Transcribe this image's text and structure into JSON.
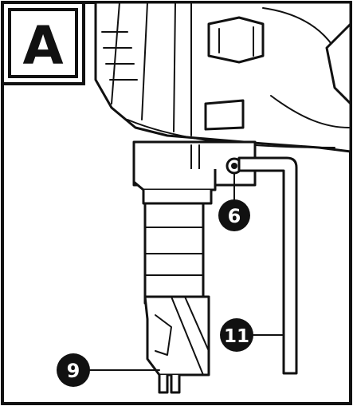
{
  "panel": {
    "letter": "A"
  },
  "callouts": {
    "c6": "6",
    "c11": "11",
    "c9": "9"
  },
  "colors": {
    "ink": "#111111",
    "paper": "#ffffff"
  }
}
